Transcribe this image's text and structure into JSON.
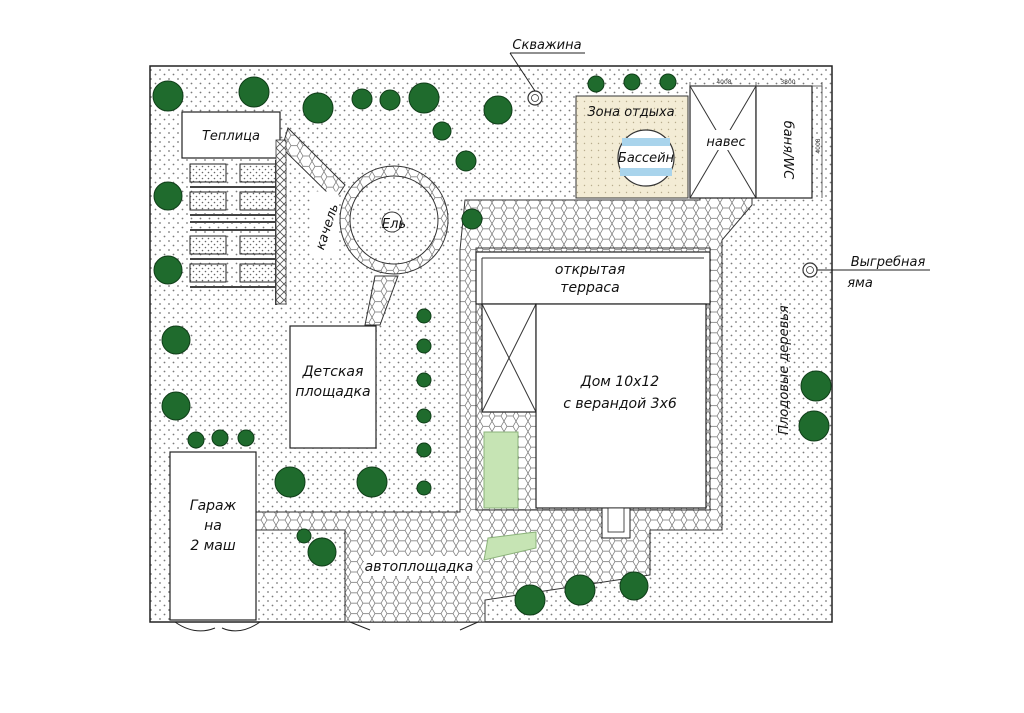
{
  "labels": {
    "well": "Скважина",
    "greenhouse": "Теплица",
    "rest_zone": "Зона отдыха",
    "pool": "Бассейн",
    "canopy": "навес",
    "bath": "баня/WC",
    "swing": "качель",
    "spruce": "Ель",
    "cesspool_1": "Выгребная",
    "cesspool_2": "яма",
    "terrace_1": "открытая",
    "terrace_2": "терраса",
    "playground_1": "Детская",
    "playground_2": "площадка",
    "house_1": "Дом 10х12",
    "house_2": "с верандой 3х6",
    "fruit_trees": "Плодовые деревья",
    "garage_1": "Гараж",
    "garage_2": "на",
    "garage_3": "2 маш",
    "parking": "автоплощадка"
  },
  "dimensions": {
    "d1": "4008",
    "d2": "3800",
    "d3": "4008"
  },
  "colors": {
    "tree": "#1f6b2d",
    "tree_edge": "#0f3d18",
    "lawn_bed": "#c6e4b4",
    "wood_deck": "#f3ecd5",
    "pool_water": "#a9d4ec",
    "line": "#222222"
  }
}
